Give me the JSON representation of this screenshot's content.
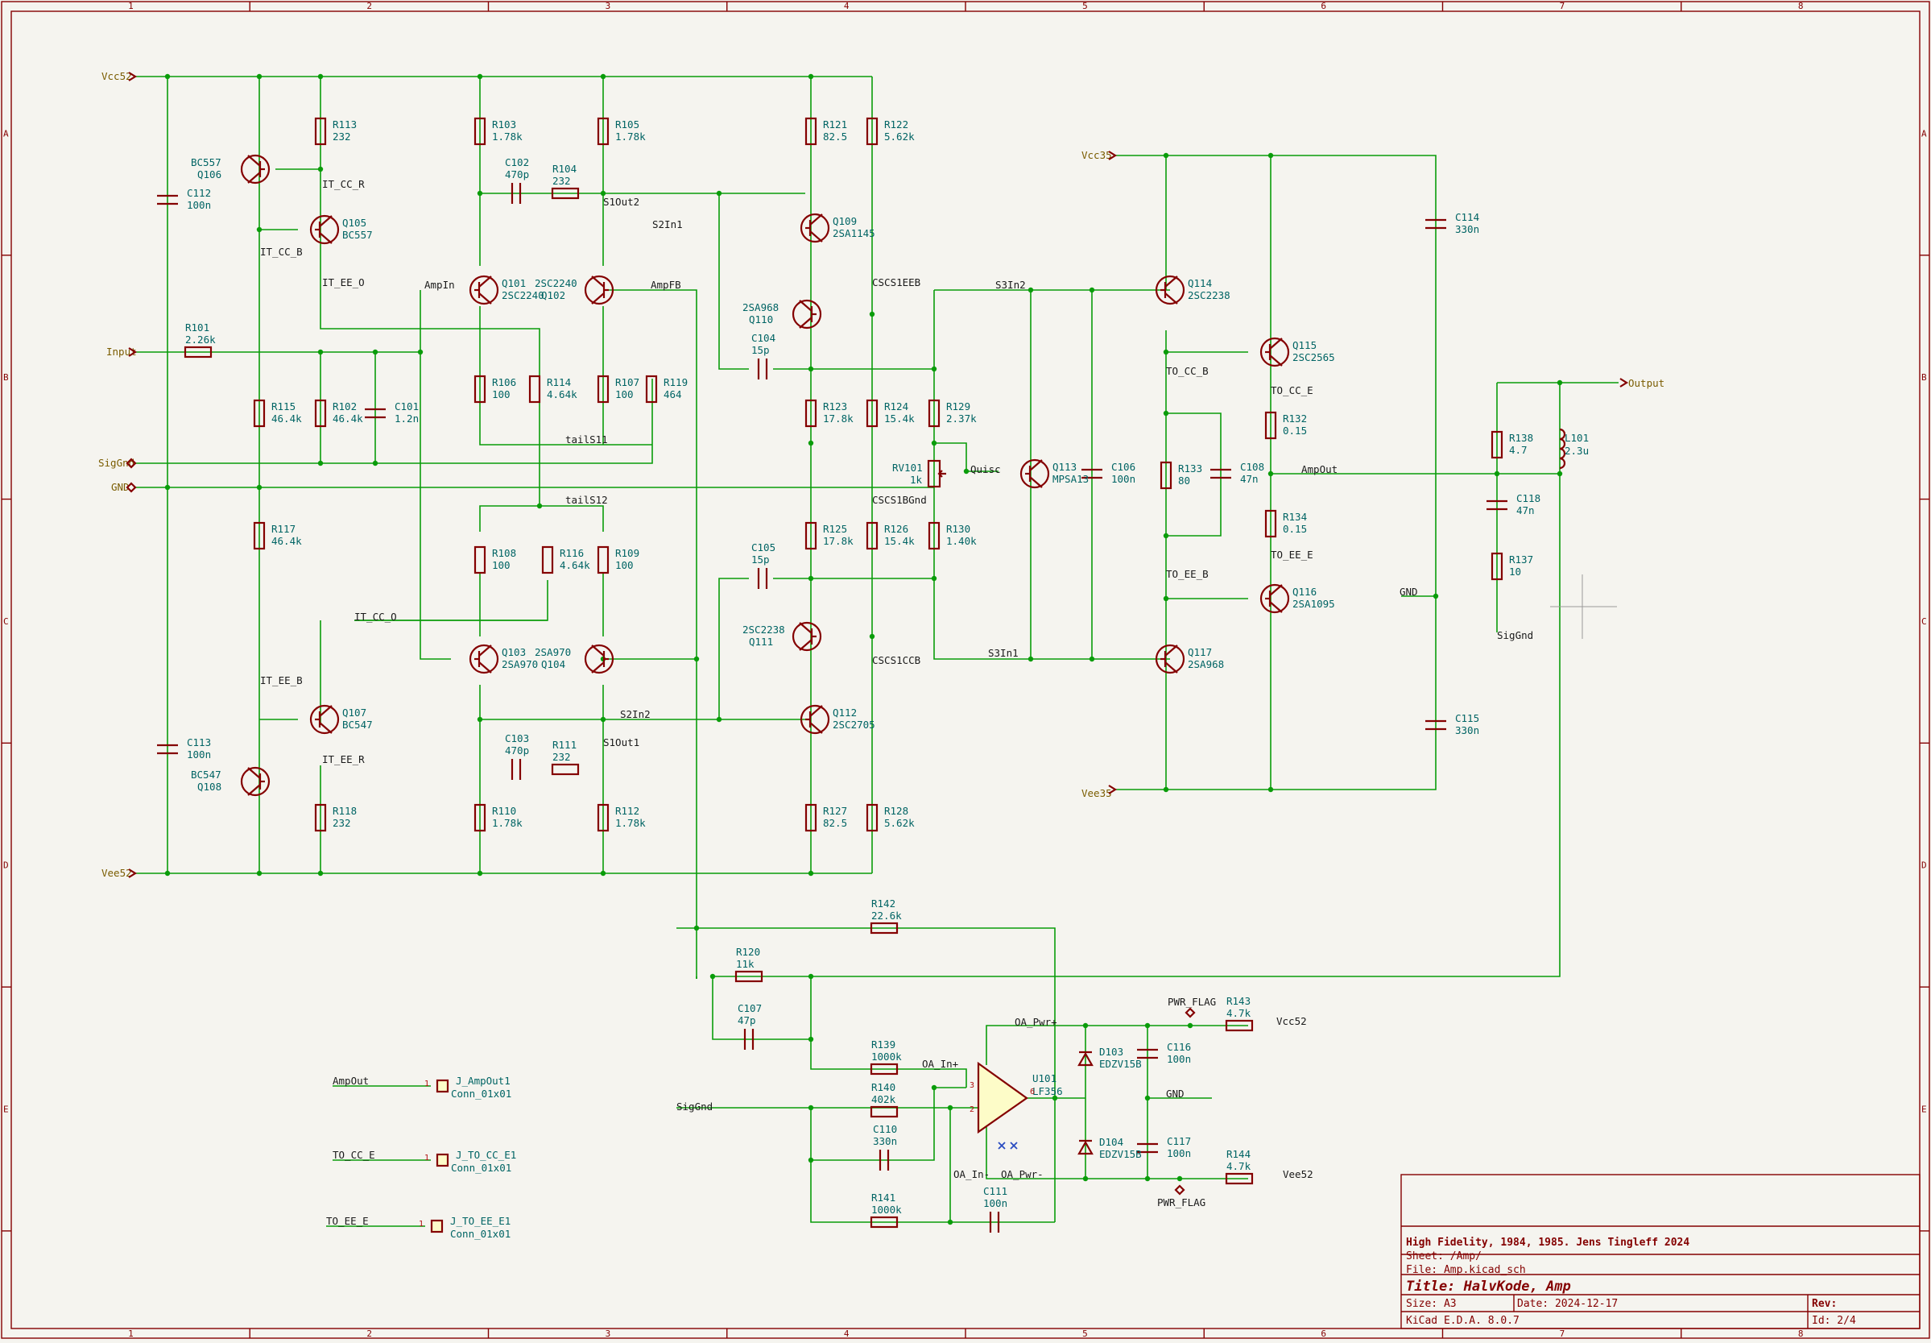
{
  "title_block": {
    "company": "High Fidelity, 1984, 1985. Jens Tingleff 2024",
    "sheet": "Sheet: /Amp/",
    "file": "File: Amp.kicad_sch",
    "title": "Title: HalvKode, Amp",
    "size": "Size: A3",
    "date": "Date: 2024-12-17",
    "rev": "Rev:",
    "kicad": "KiCad E.D.A. 8.0.7",
    "id": "Id: 2/4"
  },
  "border": {
    "columns": [
      "1",
      "2",
      "3",
      "4",
      "5",
      "6",
      "7",
      "8"
    ],
    "rows": [
      "A",
      "B",
      "C",
      "D",
      "E"
    ]
  },
  "power_ports": {
    "vcc52": "Vcc52",
    "vee52": "Vee52",
    "input": "Input",
    "siggnd": "SigGnd",
    "gnd": "GND",
    "vcc35": "Vcc35",
    "vee35": "Vee35",
    "output": "Output",
    "gnd2": "GND",
    "siggnd2": "SigGnd",
    "siggnd3": "SigGnd",
    "gnd3": "GND",
    "vcc52b": "Vcc52",
    "vee52b": "Vee52",
    "pwr_flag1": "PWR_FLAG",
    "pwr_flag2": "PWR_FLAG"
  },
  "nets": {
    "it_cc_r": "IT_CC_R",
    "it_cc_b": "IT_CC_B",
    "it_ee_o": "IT_EE_O",
    "it_cc_o": "IT_CC_O",
    "it_ee_b": "IT_EE_B",
    "it_ee_r": "IT_EE_R",
    "ampin": "AmpIn",
    "ampfb": "AmpFB",
    "s2in1": "S2In1",
    "s2in2": "S2In2",
    "s1out2": "S1Out2",
    "s1out1": "S1Out1",
    "tails11": "tailS11",
    "tails12": "tailS12",
    "cscs1eeb": "CSCS1EEB",
    "cscs1bgnd": "CSCS1BGnd",
    "cscs1ccb": "CSCS1CCB",
    "s3in2": "S3In2",
    "s3in1": "S3In1",
    "quisc": "Quisc",
    "to_cc_b": "TO_CC_B",
    "to_cc_e": "TO_CC_E",
    "to_ee_b": "TO_EE_B",
    "to_ee_e": "TO_EE_E",
    "ampout": "AmpOut",
    "oa_pwr_p": "OA_Pwr+",
    "oa_pwr_n": "OA_Pwr-",
    "oa_in_p": "OA_In+",
    "oa_in_n": "OA_In-",
    "conn_ampout": "AmpOut",
    "conn_to_cc_e": "TO_CC_E",
    "conn_to_ee_e": "TO_EE_E"
  },
  "resistors": [
    {
      "ref": "R113",
      "val": "232"
    },
    {
      "ref": "R103",
      "val": "1.78k"
    },
    {
      "ref": "R105",
      "val": "1.78k"
    },
    {
      "ref": "R104",
      "val": "232"
    },
    {
      "ref": "R121",
      "val": "82.5"
    },
    {
      "ref": "R122",
      "val": "5.62k"
    },
    {
      "ref": "R101",
      "val": "2.26k"
    },
    {
      "ref": "R115",
      "val": "46.4k"
    },
    {
      "ref": "R102",
      "val": "46.4k"
    },
    {
      "ref": "R106",
      "val": "100"
    },
    {
      "ref": "R114",
      "val": "4.64k"
    },
    {
      "ref": "R107",
      "val": "100"
    },
    {
      "ref": "R119",
      "val": "464"
    },
    {
      "ref": "R123",
      "val": "17.8k"
    },
    {
      "ref": "R124",
      "val": "15.4k"
    },
    {
      "ref": "R129",
      "val": "2.37k"
    },
    {
      "ref": "R117",
      "val": "46.4k"
    },
    {
      "ref": "R108",
      "val": "100"
    },
    {
      "ref": "R116",
      "val": "4.64k"
    },
    {
      "ref": "R109",
      "val": "100"
    },
    {
      "ref": "R125",
      "val": "17.8k"
    },
    {
      "ref": "R126",
      "val": "15.4k"
    },
    {
      "ref": "R130",
      "val": "1.40k"
    },
    {
      "ref": "R111",
      "val": "232"
    },
    {
      "ref": "R118",
      "val": "232"
    },
    {
      "ref": "R110",
      "val": "1.78k"
    },
    {
      "ref": "R112",
      "val": "1.78k"
    },
    {
      "ref": "R127",
      "val": "82.5"
    },
    {
      "ref": "R128",
      "val": "5.62k"
    },
    {
      "ref": "R132",
      "val": "0.15"
    },
    {
      "ref": "R133",
      "val": "80"
    },
    {
      "ref": "R134",
      "val": "0.15"
    },
    {
      "ref": "R138",
      "val": "4.7"
    },
    {
      "ref": "R137",
      "val": "10"
    },
    {
      "ref": "R142",
      "val": "22.6k"
    },
    {
      "ref": "R120",
      "val": "11k"
    },
    {
      "ref": "R139",
      "val": "1000k"
    },
    {
      "ref": "R140",
      "val": "402k"
    },
    {
      "ref": "R141",
      "val": "1000k"
    },
    {
      "ref": "R143",
      "val": "4.7k"
    },
    {
      "ref": "R144",
      "val": "4.7k"
    }
  ],
  "capacitors": [
    {
      "ref": "C112",
      "val": "100n"
    },
    {
      "ref": "C102",
      "val": "470p"
    },
    {
      "ref": "C104",
      "val": "15p"
    },
    {
      "ref": "C101",
      "val": "1.2n"
    },
    {
      "ref": "C105",
      "val": "15p"
    },
    {
      "ref": "C113",
      "val": "100n"
    },
    {
      "ref": "C103",
      "val": "470p"
    },
    {
      "ref": "C106",
      "val": "100n"
    },
    {
      "ref": "C108",
      "val": "47n"
    },
    {
      "ref": "C114",
      "val": "330n"
    },
    {
      "ref": "C115",
      "val": "330n"
    },
    {
      "ref": "C118",
      "val": "47n"
    },
    {
      "ref": "C107",
      "val": "47p"
    },
    {
      "ref": "C110",
      "val": "330n"
    },
    {
      "ref": "C111",
      "val": "100n"
    },
    {
      "ref": "C116",
      "val": "100n"
    },
    {
      "ref": "C117",
      "val": "100n"
    }
  ],
  "transistors": [
    {
      "ref": "Q106",
      "val": "BC557"
    },
    {
      "ref": "Q105",
      "val": "BC557"
    },
    {
      "ref": "Q101",
      "val": "2SC2240"
    },
    {
      "ref": "Q102",
      "val": "2SC2240"
    },
    {
      "ref": "Q109",
      "val": "2SA1145"
    },
    {
      "ref": "Q110",
      "val": "2SA968"
    },
    {
      "ref": "Q113",
      "val": "MPSA13"
    },
    {
      "ref": "Q114",
      "val": "2SC2238"
    },
    {
      "ref": "Q115",
      "val": "2SC2565"
    },
    {
      "ref": "Q103",
      "val": "2SA970"
    },
    {
      "ref": "Q104",
      "val": "2SA970"
    },
    {
      "ref": "Q111",
      "val": "2SC2238"
    },
    {
      "ref": "Q112",
      "val": "2SC2705"
    },
    {
      "ref": "Q107",
      "val": "BC547"
    },
    {
      "ref": "Q108",
      "val": "BC547"
    },
    {
      "ref": "Q116",
      "val": "2SA1095"
    },
    {
      "ref": "Q117",
      "val": "2SA968"
    }
  ],
  "others": {
    "rv101_ref": "RV101",
    "rv101_val": "1k",
    "l101_ref": "L101",
    "l101_val": "2.3u",
    "u101_ref": "U101",
    "u101_val": "LF356",
    "d103_ref": "D103",
    "d103_val": "EDZV15B",
    "d104_ref": "D104",
    "d104_val": "EDZV15B",
    "j1_ref": "J_AmpOut1",
    "j1_val": "Conn_01x01",
    "j2_ref": "J_TO_CC_E1",
    "j2_val": "Conn_01x01",
    "j3_ref": "J_TO_EE_E1",
    "j3_val": "Conn_01x01"
  }
}
